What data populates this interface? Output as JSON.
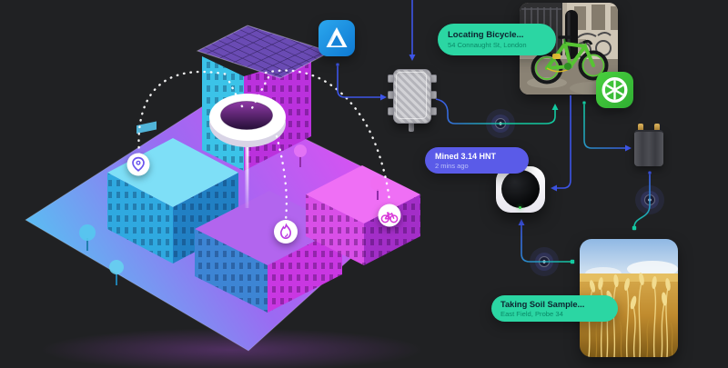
{
  "callouts": {
    "locating": {
      "title": "Locating Bicycle...",
      "subtitle": "54 Connaught St, London",
      "bg": "#2bd6a3"
    },
    "mined": {
      "title": "Mined 3.14 HNT",
      "subtitle": "2 mins ago",
      "bg": "#5a5be8"
    },
    "soil": {
      "title": "Taking Soil Sample...",
      "subtitle": "East Field, Probe 34",
      "bg": "#2bd6a3"
    }
  },
  "icons": [
    {
      "name": "azure-icon",
      "glyph": "azure-triangle-logo"
    },
    {
      "name": "lime-icon",
      "glyph": "lime-wheel-logo"
    },
    {
      "name": "outdoor-hotspot-device",
      "glyph": "gray-lorawan-gateway-box"
    },
    {
      "name": "indoor-hotspot-device",
      "glyph": "white-helium-hotspot"
    },
    {
      "name": "soil-sensor-device",
      "glyph": "battery-sensor"
    },
    {
      "name": "location-pin-icon",
      "glyph": "map-pin"
    },
    {
      "name": "fire-icon",
      "glyph": "flame"
    },
    {
      "name": "bicycle-icon",
      "glyph": "bicycle"
    },
    {
      "name": "coverage-ring",
      "glyph": "white-hotspot-ring"
    }
  ],
  "colors": {
    "background": "#202123",
    "accent_green": "#2bd6a3",
    "accent_indigo": "#5a5be8",
    "line_blue": "#3d55e8",
    "line_teal": "#13c9a0",
    "city_cyan": "#3ec9f0",
    "city_magenta": "#d93bea"
  }
}
